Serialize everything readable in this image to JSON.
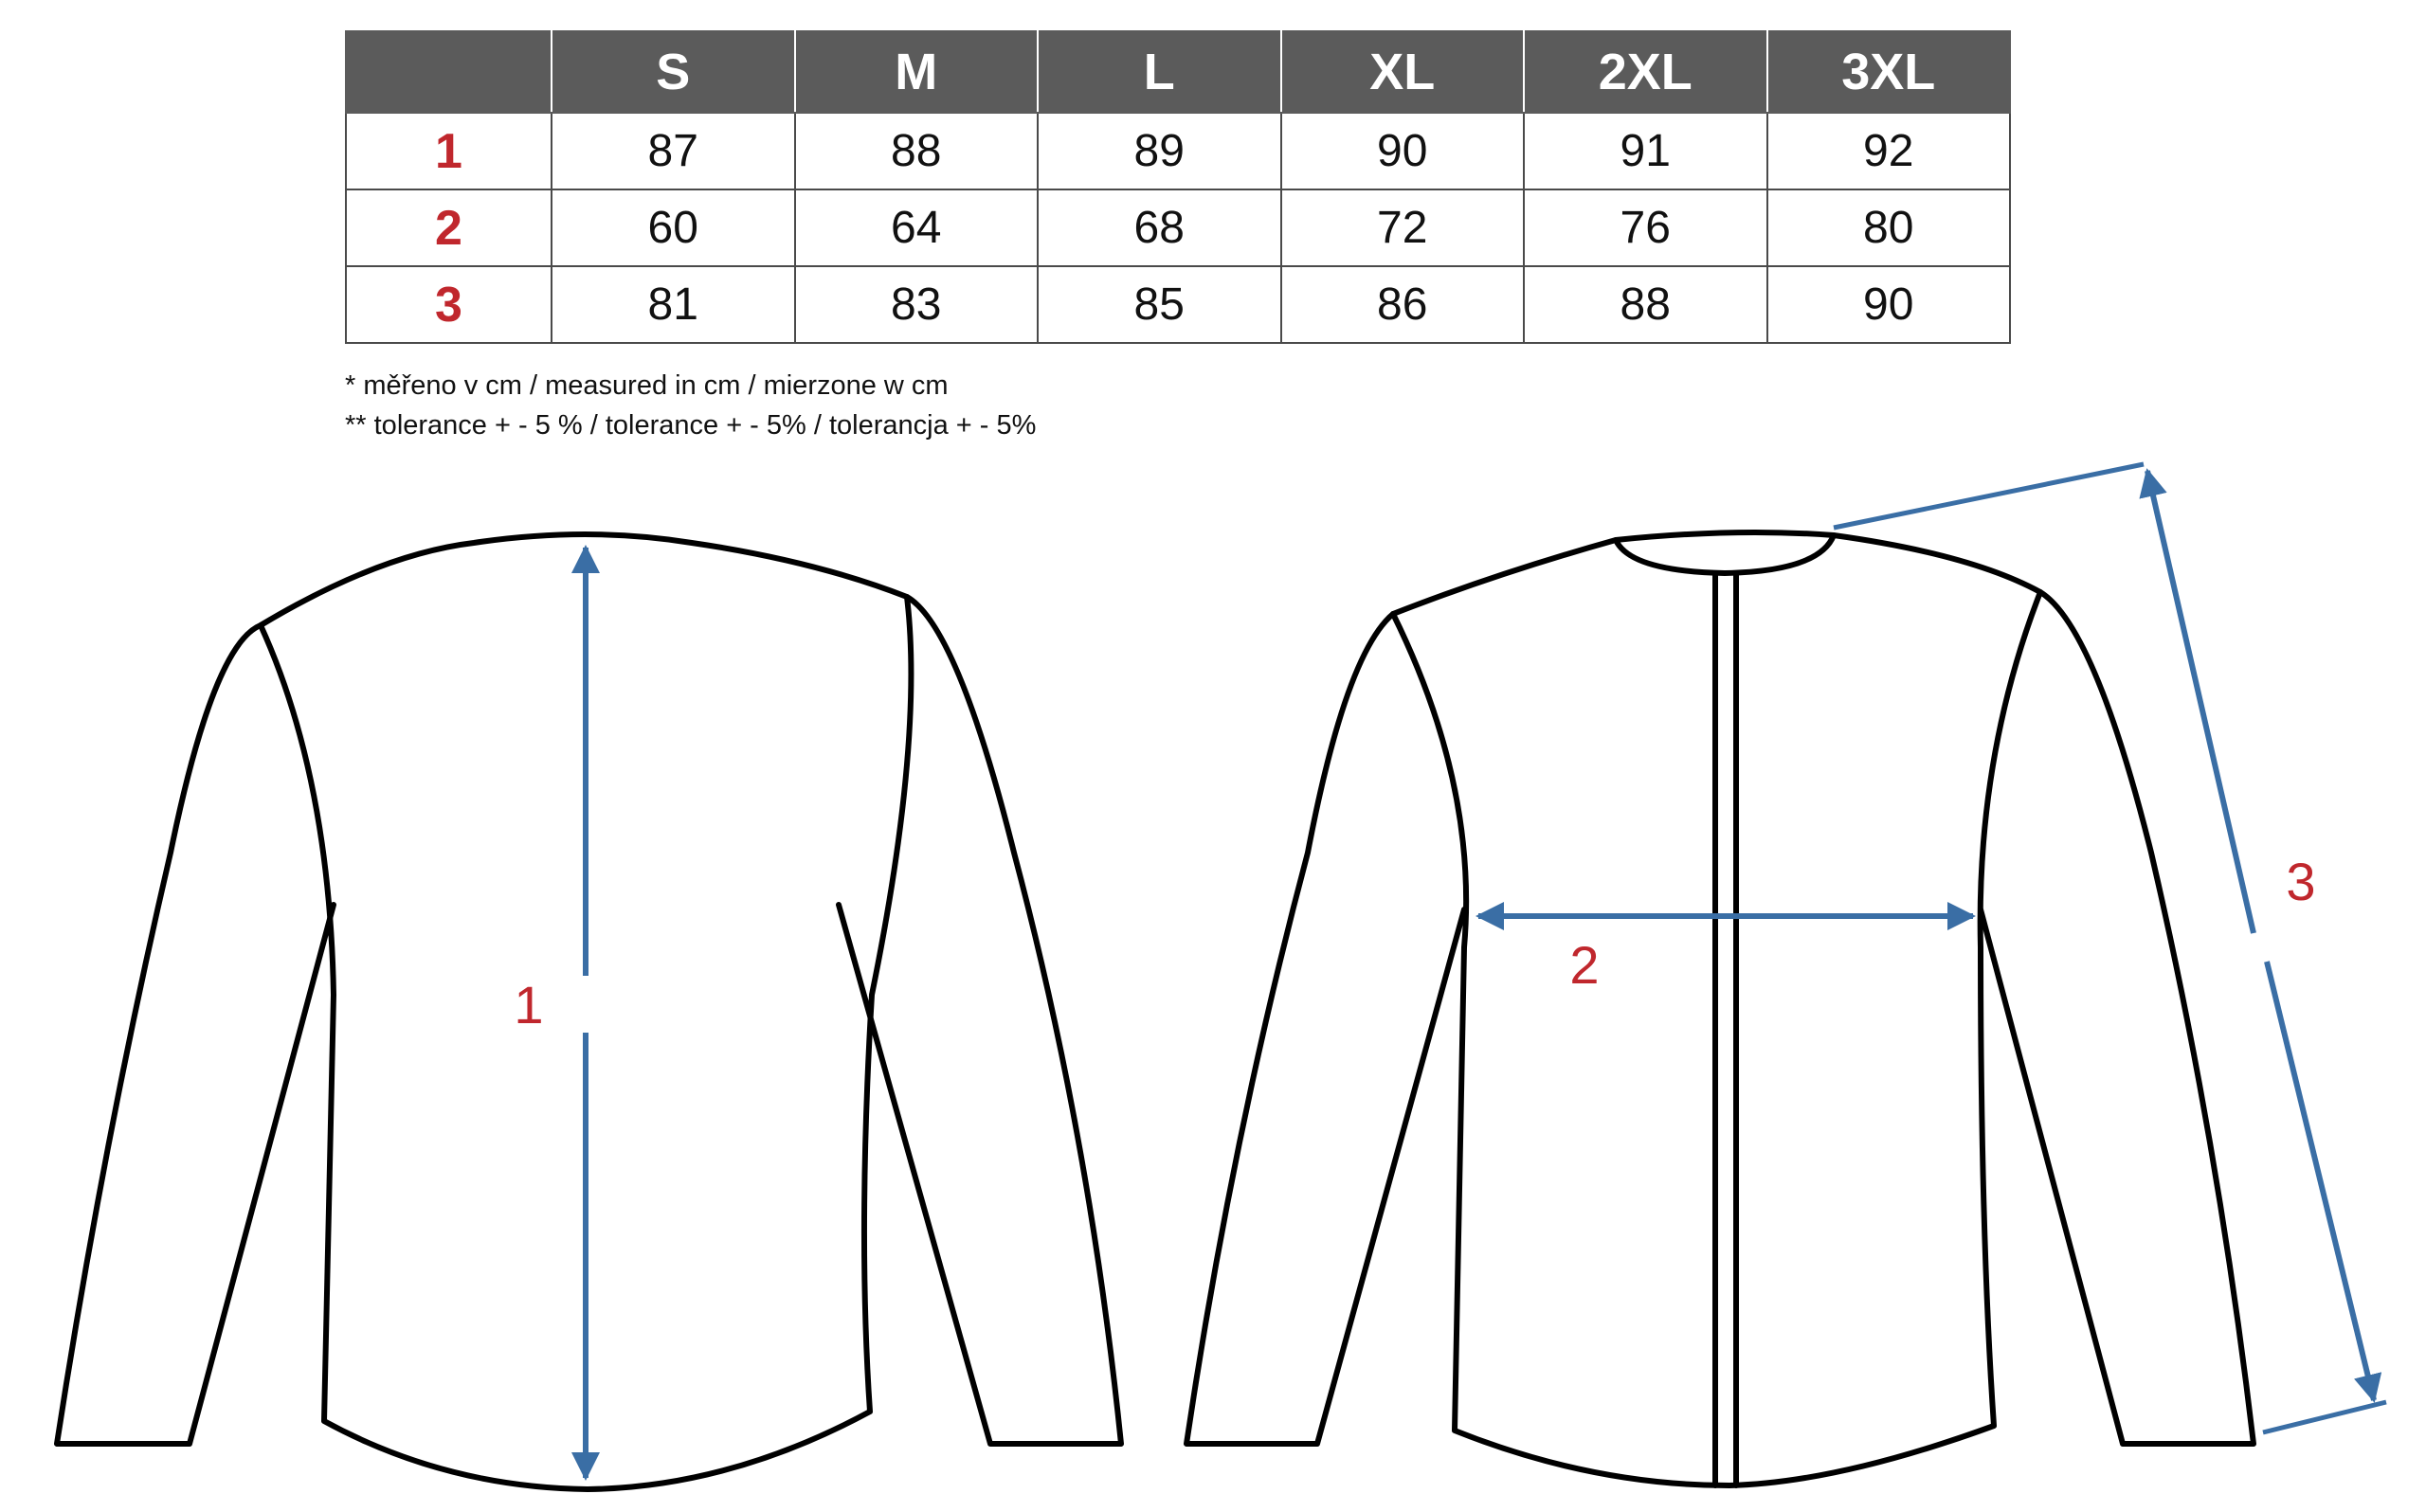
{
  "table": {
    "headers": [
      "",
      "S",
      "M",
      "L",
      "XL",
      "2XL",
      "3XL"
    ],
    "rows": [
      {
        "label": "1",
        "values": [
          "87",
          "88",
          "89",
          "90",
          "91",
          "92"
        ]
      },
      {
        "label": "2",
        "values": [
          "60",
          "64",
          "68",
          "72",
          "76",
          "80"
        ]
      },
      {
        "label": "3",
        "values": [
          "81",
          "83",
          "85",
          "86",
          "88",
          "90"
        ]
      }
    ]
  },
  "notes": {
    "line1": "* měřeno v cm / measured in cm / mierzone w cm",
    "line2": "** tolerance + - 5 % / tolerance + - 5% / tolerancja + - 5%"
  },
  "diagram": {
    "label_1": "1",
    "label_2": "2",
    "label_3": "3"
  },
  "colors": {
    "header_bg": "#5b5b5b",
    "row_label": "#c0272d",
    "measure_line": "#3a6ea5",
    "measure_text": "#c0272d",
    "outline": "#000000"
  }
}
